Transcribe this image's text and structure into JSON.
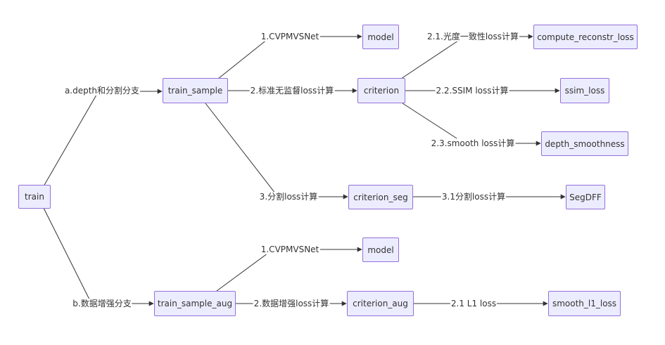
{
  "colors": {
    "node_fill": "#ececff",
    "node_border": "#9370db",
    "edge": "#333333",
    "text": "#333333"
  },
  "nodes": {
    "train": "train",
    "train_sample": "train_sample",
    "model1": "model",
    "criterion": "criterion",
    "compute_reconstr_loss": "compute_reconstr_loss",
    "ssim_loss": "ssim_loss",
    "depth_smoothness": "depth_smoothness",
    "criterion_seg": "criterion_seg",
    "segdff": "SegDFF",
    "train_sample_aug": "train_sample_aug",
    "model2": "model",
    "criterion_aug": "criterion_aug",
    "smooth_l1_loss": "smooth_l1_loss"
  },
  "edge_labels": {
    "a_depth_branch": "a.depth和分割分支",
    "b_aug_branch": "b.数据增强分支",
    "cvpmvsnet_1": "1.CVPMVSNet",
    "unsup_loss": "2.标准无监督loss计算",
    "seg_loss": "3.分割loss计算",
    "photometric_loss": "2.1.光度一致性loss计算",
    "ssim_loss": "2.2.SSIM loss计算",
    "smooth_loss": "2.3.smooth loss计算",
    "seg_loss_31": "3.1分割loss计算",
    "cvpmvsnet_2": "1.CVPMVSNet",
    "aug_loss": "2.数据增强loss计算",
    "l1_loss": "2.1 L1 loss"
  }
}
